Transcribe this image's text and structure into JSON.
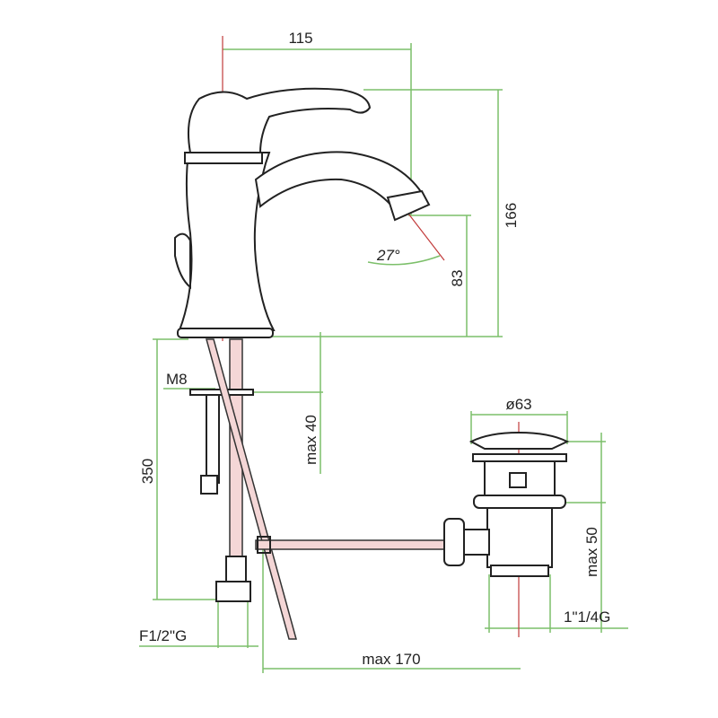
{
  "labels": {
    "width_115": "115",
    "height_166": "166",
    "height_83": "83",
    "angle_27": "27°",
    "thread_m8": "M8",
    "hose_350": "350",
    "max_40": "max 40",
    "diameter_63": "ø63",
    "max_50": "max 50",
    "thread_f12g": "F1/2\"G",
    "thread_114g": "1\"1/4G",
    "max_170": "max 170"
  },
  "colors": {
    "dimension": "#7cbf6a",
    "centerline": "#c23b3b",
    "outline": "#222222"
  }
}
